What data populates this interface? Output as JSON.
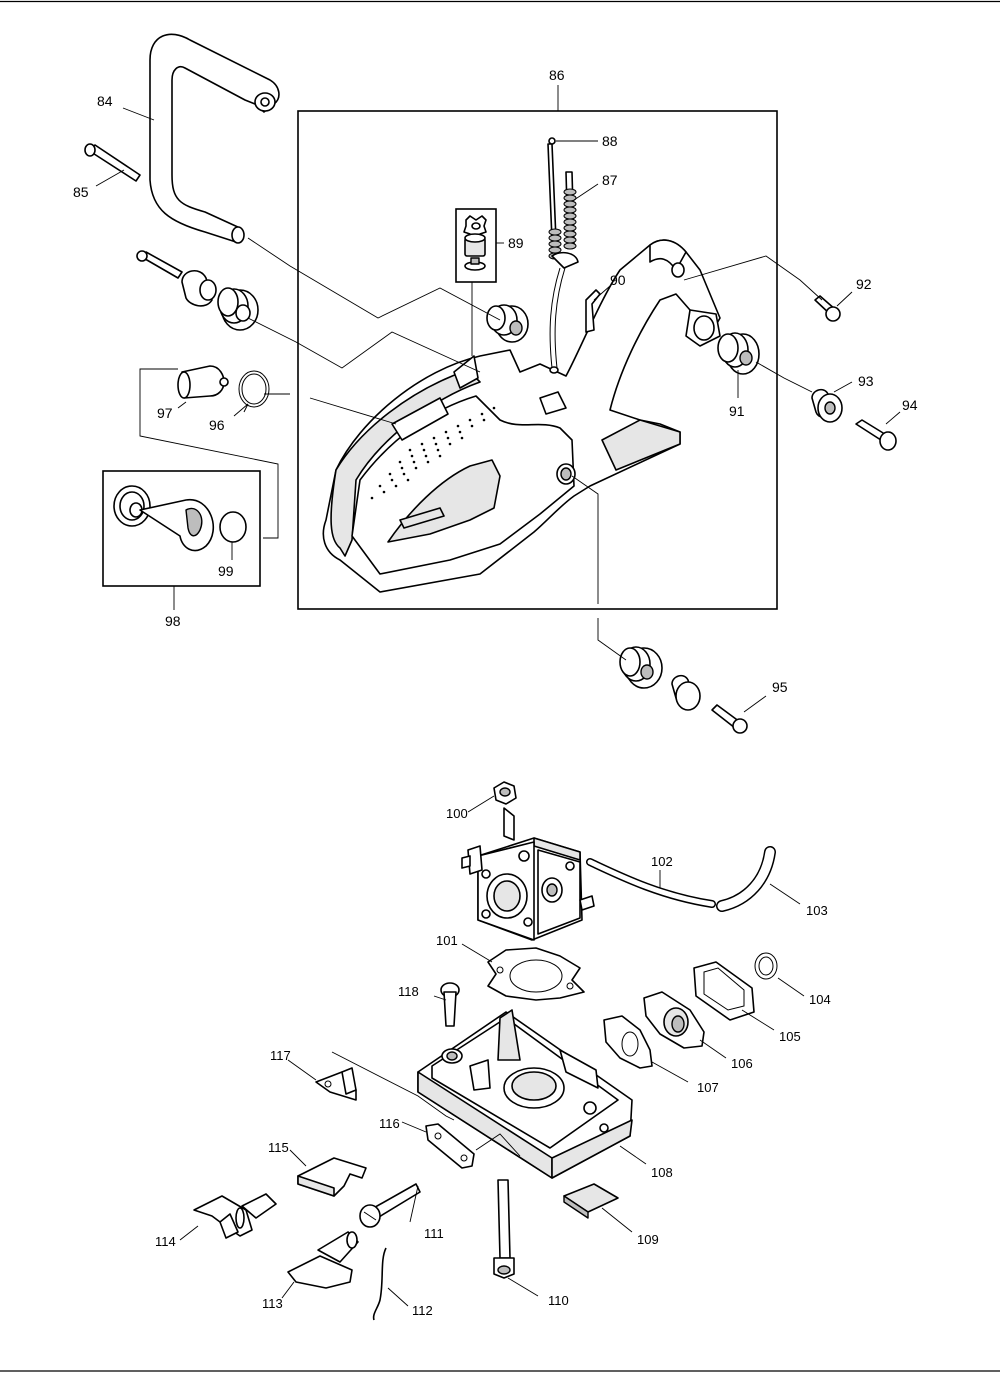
{
  "labels": {
    "p84": "84",
    "p85": "85",
    "p86": "86",
    "p87": "87",
    "p88": "88",
    "p89": "89",
    "p90": "90",
    "p91": "91",
    "p92": "92",
    "p93": "93",
    "p94": "94",
    "p95": "95",
    "p96": "96",
    "p97": "97",
    "p98": "98",
    "p99": "99",
    "p100": "100",
    "p101": "101",
    "p102": "102",
    "p103": "103",
    "p104": "104",
    "p105": "105",
    "p106": "106",
    "p107": "107",
    "p108": "108",
    "p109": "109",
    "p110": "110",
    "p111": "111",
    "p112": "112",
    "p113": "113",
    "p114": "114",
    "p115": "115",
    "p116": "116",
    "p117": "117",
    "p118": "118"
  }
}
